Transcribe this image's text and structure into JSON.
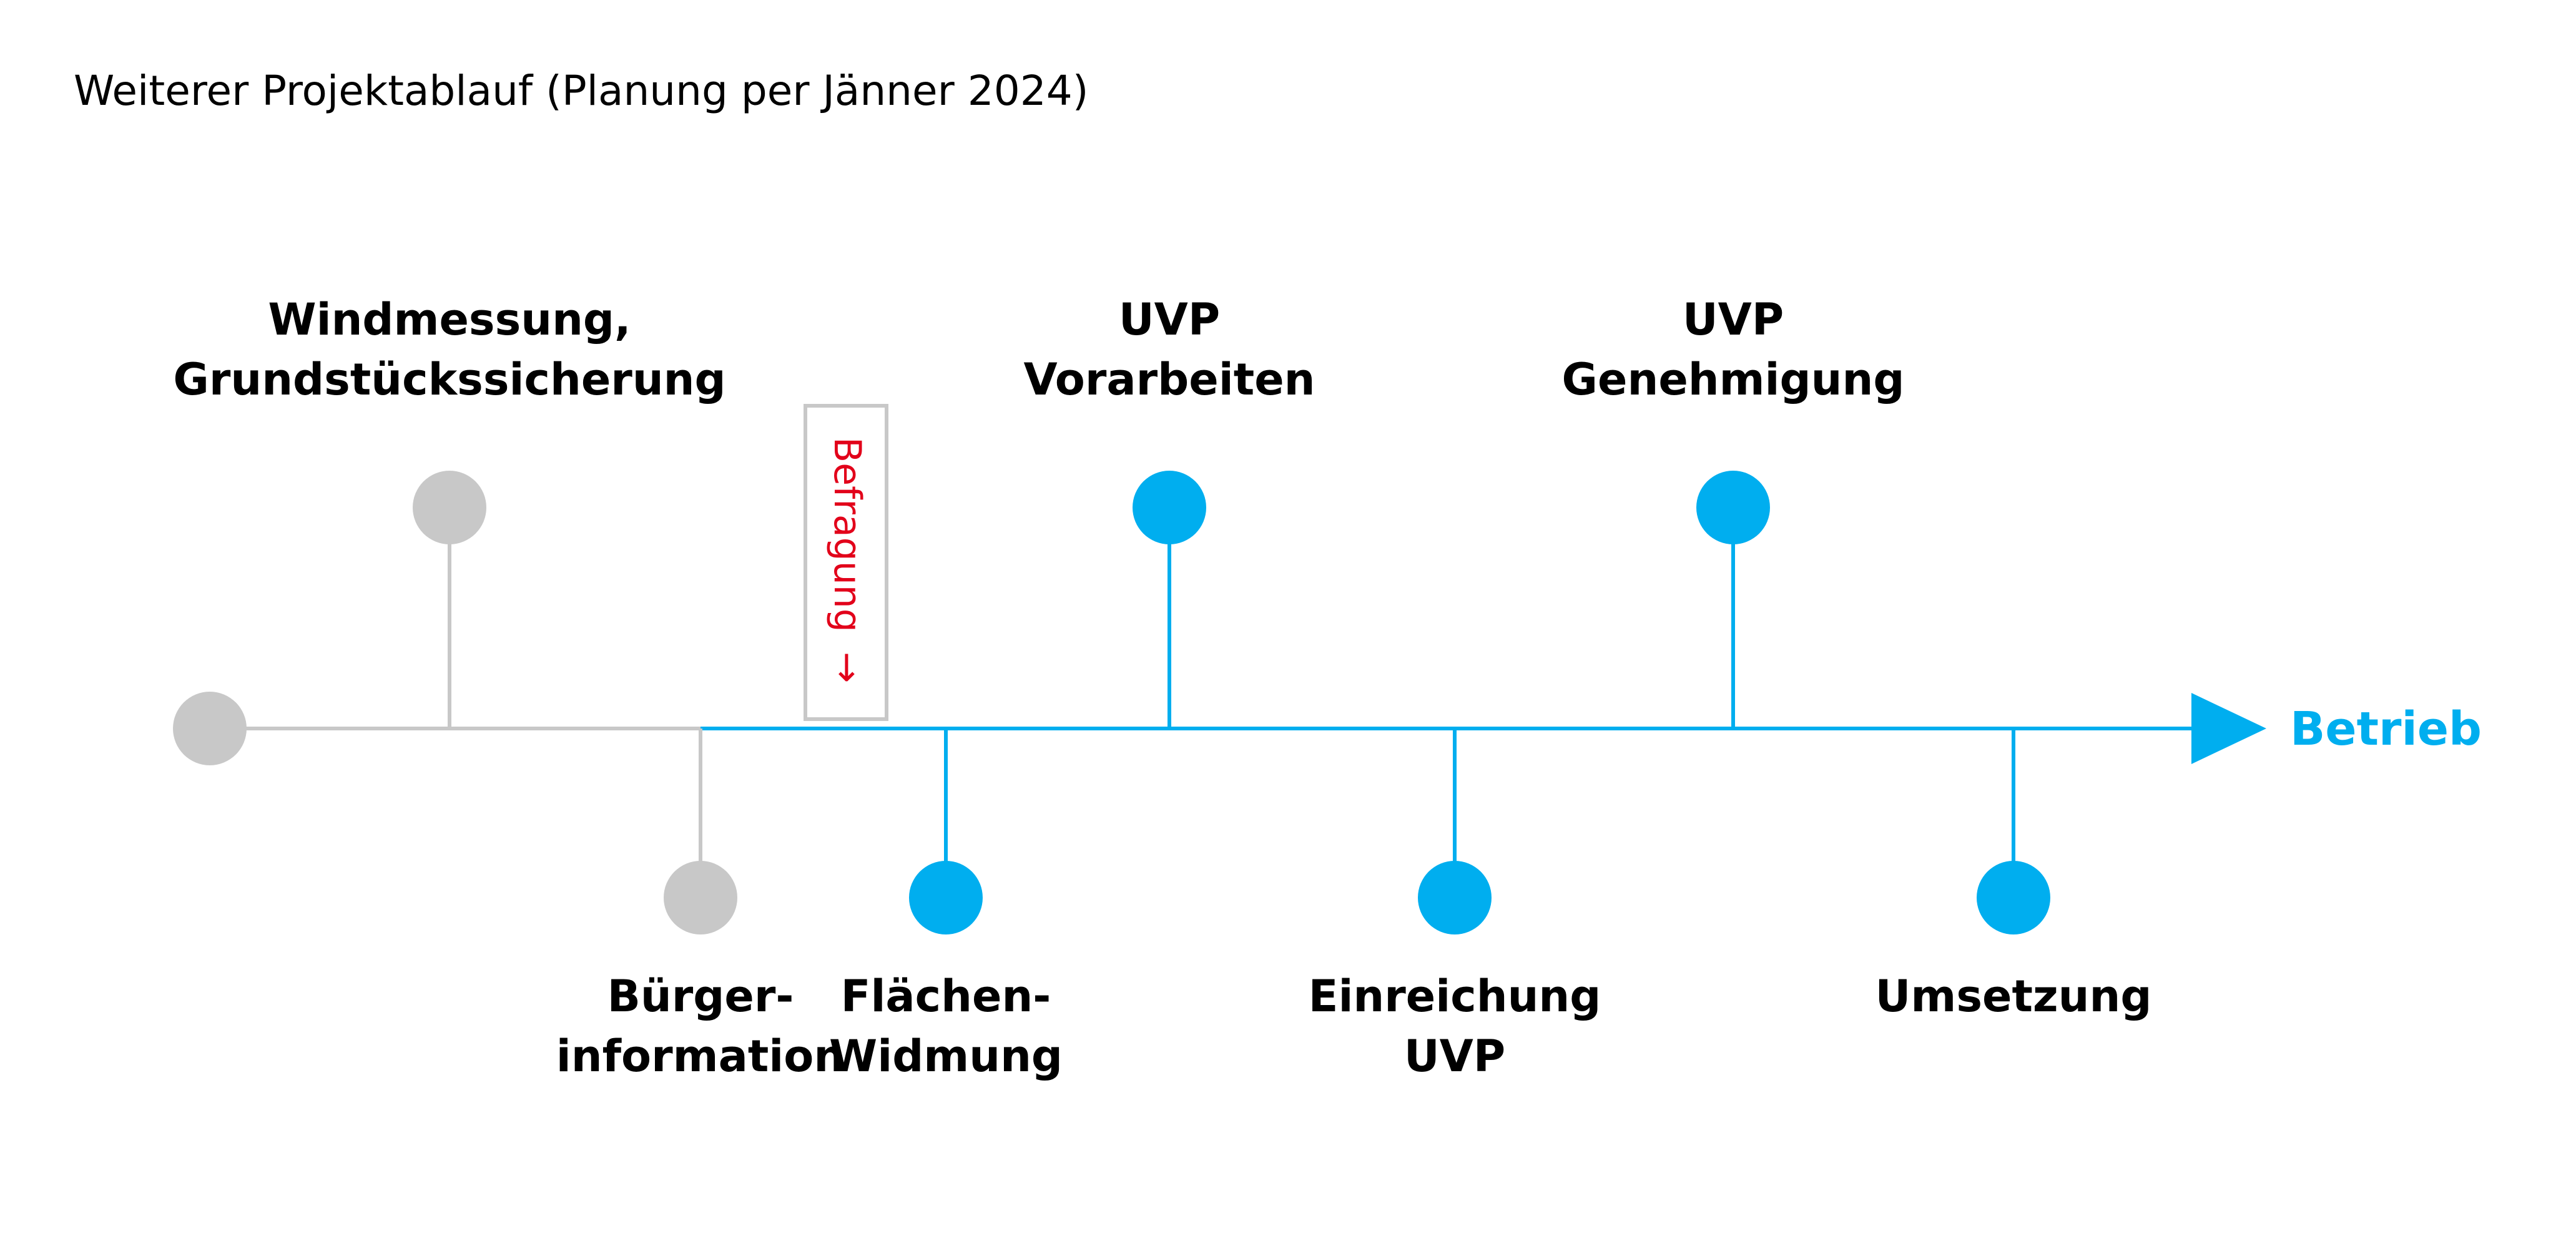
{
  "title": "Weiterer Projektablauf (Planung per Jänner 2024)",
  "end_label": "Betrieb",
  "survey_marker": {
    "label": "Befragung",
    "arrow": "→"
  },
  "colors": {
    "done": "#c8c8c8",
    "planned": "#00aeef",
    "survey": "#e2001a",
    "text": "#000000",
    "survey_box": "#c8c8c8"
  },
  "milestones": [
    {
      "label_lines": [],
      "status": "done",
      "position": "start"
    },
    {
      "label_lines": [
        "Windmessung,",
        "Grundstückssicherung"
      ],
      "status": "done",
      "position": "above"
    },
    {
      "label_lines": [
        "Bürger-",
        "information"
      ],
      "status": "done",
      "position": "below"
    },
    {
      "label_lines": [
        "Flächen-",
        "Widmung"
      ],
      "status": "planned",
      "position": "below"
    },
    {
      "label_lines": [
        "UVP",
        "Vorarbeiten"
      ],
      "status": "planned",
      "position": "above"
    },
    {
      "label_lines": [
        "Einreichung",
        "UVP"
      ],
      "status": "planned",
      "position": "below"
    },
    {
      "label_lines": [
        "UVP",
        "Genehmigung"
      ],
      "status": "planned",
      "position": "above"
    },
    {
      "label_lines": [
        "Umsetzung"
      ],
      "status": "planned",
      "position": "below"
    }
  ]
}
